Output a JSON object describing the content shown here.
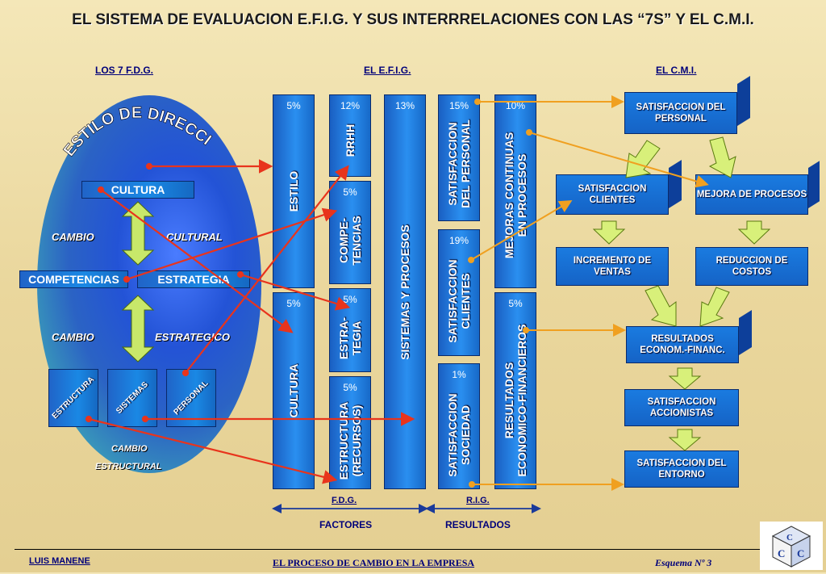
{
  "title": "EL SISTEMA DE EVALUACION E.F.I.G. Y SUS INTERRRELACIONES CON LAS “7S” Y EL C.M.I.",
  "headers": {
    "fdg": "LOS 7 F.D.G.",
    "efig": "EL E.F.I.G.",
    "cmi": "EL C.M.I."
  },
  "oval": {
    "title": "ESTILO DE DIRECCION",
    "cultura": "CULTURA",
    "competencias": "COMPETENCIAS",
    "estrategia": "ESTRATEGIA",
    "cambio1": "CAMBIO",
    "cultural": "CULTURAL",
    "cambio2": "CAMBIO",
    "estrategico": "ESTRATEGICO",
    "estructura": "ESTRUCTURA",
    "sistemas": "SISTEMAS",
    "personal": "PERSONAL",
    "cambio3": "CAMBIO",
    "estructural": "ESTRUCTURAL"
  },
  "columns": {
    "estilo": {
      "pct": "5%",
      "label": "ESTILO"
    },
    "cultura": {
      "pct": "5%",
      "label": "CULTURA"
    },
    "rrhh": {
      "pct": "12%",
      "label": "RRHH"
    },
    "competencias": {
      "pct": "5%",
      "label1": "COMPE-",
      "label2": "TENCIAS"
    },
    "estrategia": {
      "pct": "5%",
      "label1": "ESTRA-",
      "label2": "TEGIA"
    },
    "estructura": {
      "pct": "5%",
      "label1": "ESTRUCTURA",
      "label2": "(RECURSOS)"
    },
    "sistemas": {
      "pct": "13%",
      "label": "SISTEMAS Y PROCESOS"
    },
    "sat_personal": {
      "pct": "15%",
      "label1": "SATISFACCION",
      "label2": "DEL PERSONAL"
    },
    "sat_clientes": {
      "pct": "19%",
      "label1": "SATISFACCION",
      "label2": "CLIENTES"
    },
    "sat_sociedad": {
      "pct": "1%",
      "label1": "SATISFACCION",
      "label2": "SOCIEDAD"
    },
    "mejoras": {
      "pct": "10%",
      "label1": "MEJORAS CONTINUAS",
      "label2": "EN PROCESOS"
    },
    "resultados": {
      "pct": "5%",
      "label1": "RESULTADOS",
      "label2": "ECONOMICO-FINANCIEROS"
    }
  },
  "cmi": {
    "sat_personal": "SATISFACCION DEL PERSONAL",
    "sat_clientes": "SATISFACCION CLIENTES",
    "mejora": "MEJORA DE PROCESOS",
    "incremento": "INCREMENTO DE VENTAS",
    "reduccion": "REDUCCION DE COSTOS",
    "resultados": "RESULTADOS ECONOM.-FINANC.",
    "accionistas": "SATISFACCION ACCIONISTAS",
    "entorno": "SATISFACCION DEL ENTORNO"
  },
  "bottom": {
    "fdg": "F.D.G.",
    "rig": "R.I.G.",
    "factores": "FACTORES",
    "resultados": "RESULTADOS"
  },
  "footer": {
    "author": "LUIS MANENE",
    "center": "EL PROCESO DE CAMBIO EN LA EMPRESA",
    "right": "Esquema Nº 3"
  },
  "colors": {
    "red_arrow": "#e8341c",
    "orange_arrow": "#f0a020",
    "blue": "#1a7be0"
  }
}
